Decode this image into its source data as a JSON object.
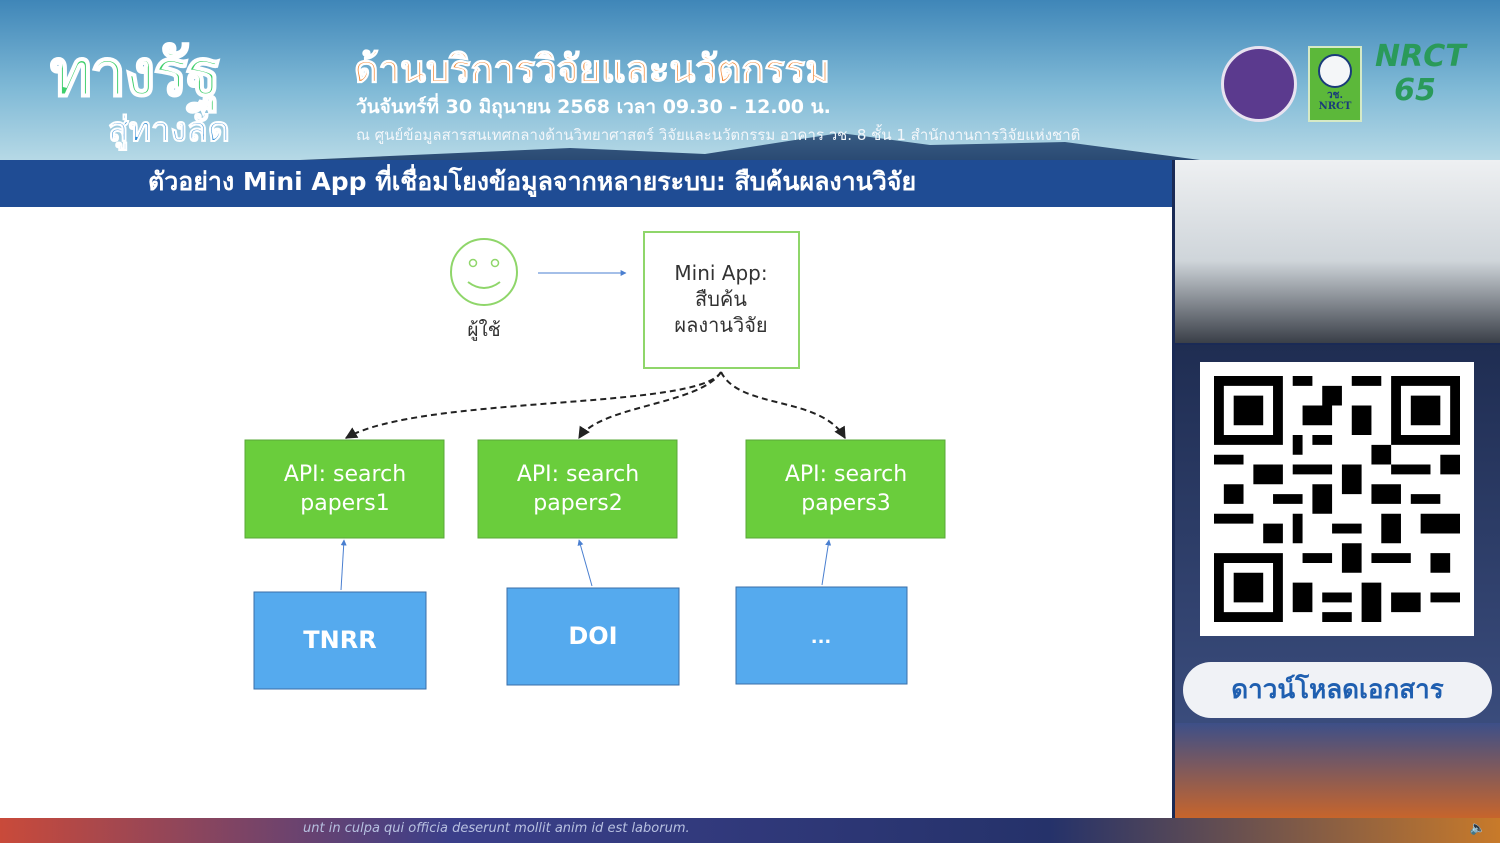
{
  "banner": {
    "logo_line1": "ทางรัฐ",
    "logo_line2": "สู่ทางลัด",
    "event_title": "ด้านบริการวิจัยและนวัตกรรม",
    "event_date": "วันจันทร์ที่ 30 มิถุนายน 2568 เวลา 09.30 - 12.00 น.",
    "event_place": "ณ ศูนย์ข้อมูลสารสนเทศกลางด้านวิทยาศาสตร์ วิจัยและนวัตกรรม อาคาร วช. 8 ชั้น 1 สำนักงานการวิจัยแห่งชาติ",
    "org_logo_text": "วช. NRCT",
    "anniv_logo_text": "NRCT 65"
  },
  "slide": {
    "title": "ตัวอย่าง Mini App ที่เชื่อมโยงข้อมูลจากหลายระบบ: สืบค้นผลงานวิจัย",
    "user_label": "ผู้ใช้",
    "miniapp": [
      "Mini App:",
      "สืบค้น",
      "ผลงานวิจัย"
    ],
    "apis": [
      [
        "API: search",
        "papers1"
      ],
      [
        "API: search",
        "papers2"
      ],
      [
        "API: search",
        "papers3"
      ]
    ],
    "sources": [
      "TNRR",
      "DOI",
      "..."
    ]
  },
  "side": {
    "download_label": "ดาวน์โหลดเอกสาร"
  },
  "ticker": {
    "text": "unt in culpa qui officia deserunt mollit anim id est laborum."
  },
  "colors": {
    "title_bar": "#1f4c94",
    "api_box": "#6acd3c",
    "source_box": "#55aaee",
    "miniapp_border": "#8fd66a"
  }
}
